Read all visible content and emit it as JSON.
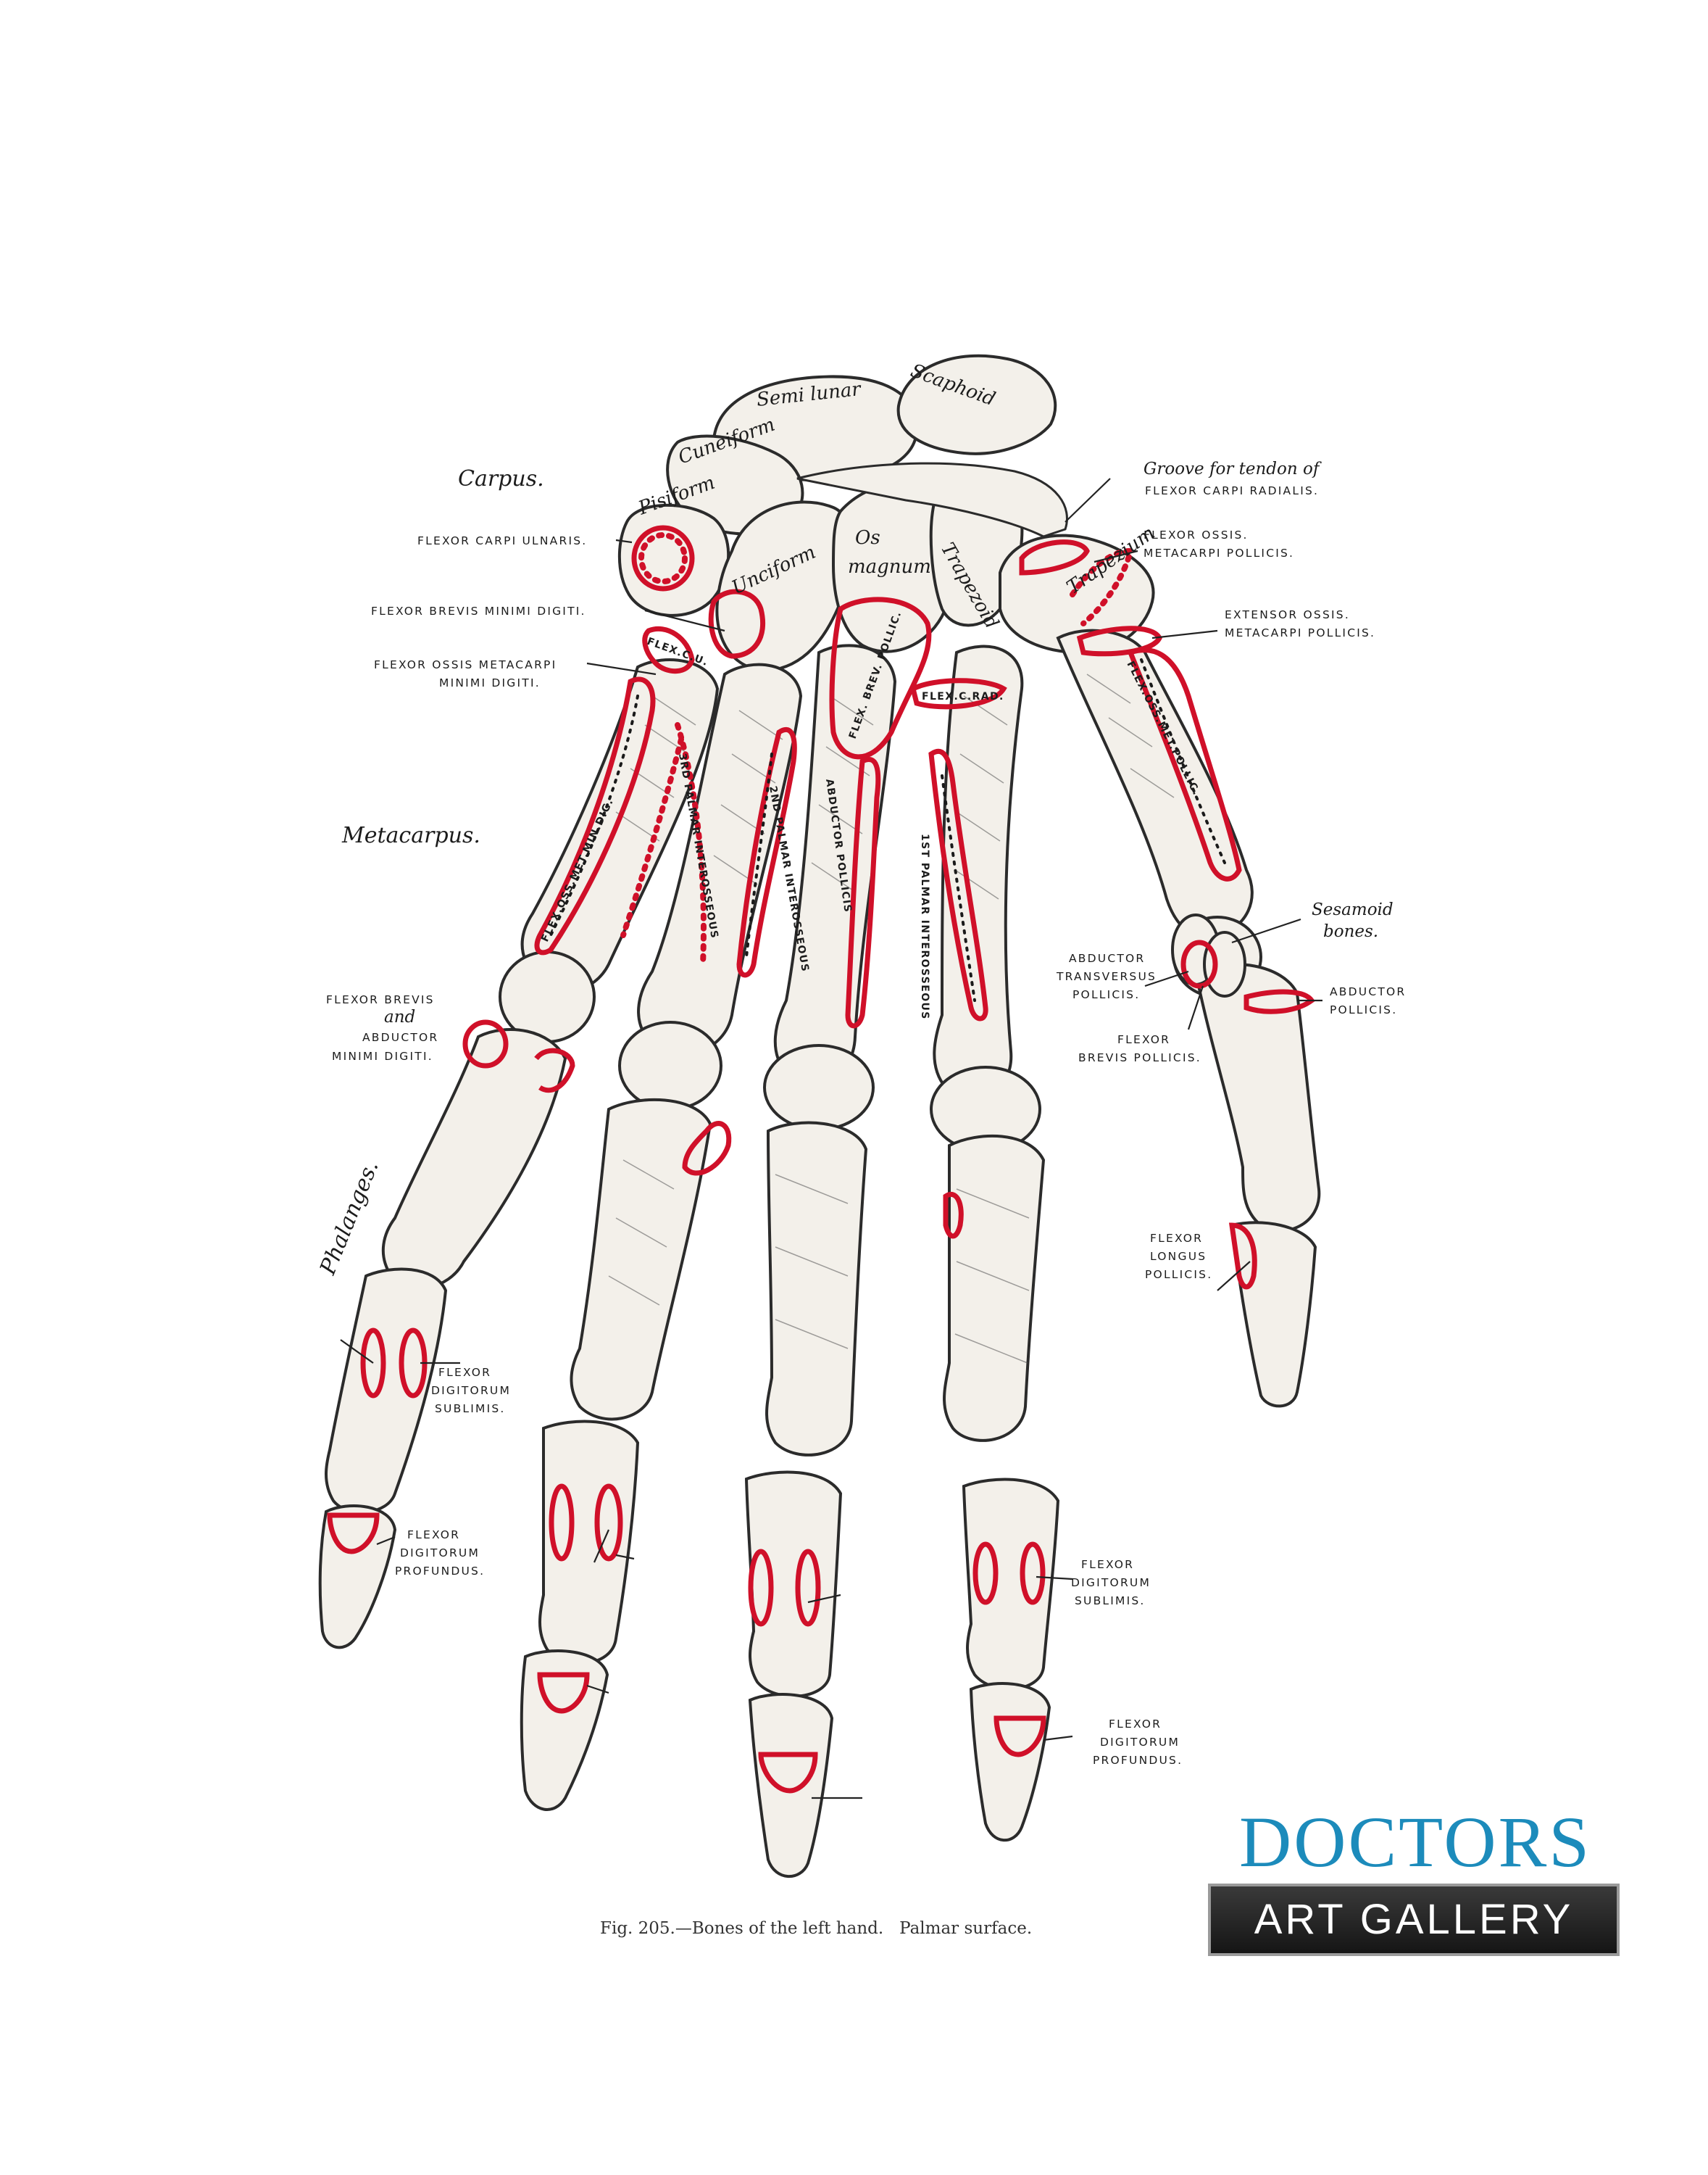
{
  "figure": {
    "caption": "Fig. 205.—Bones of the left hand.   Palmar surface.",
    "regions": {
      "carpus": "Carpus.",
      "metacarpus": "Metacarpus.",
      "phalanges": "Phalanges."
    },
    "bones": {
      "semilunar": "Semi lunar",
      "scaphoid": "Scaphoid",
      "cuneiform": "Cuneiform",
      "pisiform": "Pisiform",
      "unciform": "Unciform",
      "os_magnum_1": "Os",
      "os_magnum_2": "magnum",
      "trapezoid": "Trapezoid",
      "trapezium": "Trapezium",
      "sesamoid_1": "Sesamoid",
      "sesamoid_2": "bones."
    },
    "labels": {
      "groove_1": "Groove for tendon of",
      "groove_2": "FLEXOR CARPI RADIALIS.",
      "fcu": "FLEXOR CARPI ULNARIS.",
      "fbmd": "FLEXOR BREVIS MINIMI DIGITI.",
      "fommd_1": "FLEXOR OSSIS METACARPI",
      "fommd_2": "MINIMI DIGITI.",
      "fomp_1": "FLEXOR OSSIS.",
      "fomp_2": "METACARPI POLLICIS.",
      "eomp_1": "EXTENSOR OSSIS.",
      "eomp_2": "METACARPI POLLICIS.",
      "fb_and_1": "FLEXOR BREVIS",
      "fb_and_2": "and",
      "fb_and_3": "ABDUCTOR",
      "fb_and_4": "MINIMI DIGITI.",
      "atp_1": "ABDUCTOR",
      "atp_2": "TRANSVERSUS",
      "atp_3": "POLLICIS.",
      "ap_1": "ABDUCTOR",
      "ap_2": "POLLICIS.",
      "fbp_1": "FLEXOR",
      "fbp_2": "BREVIS POLLICIS.",
      "flp_1": "FLEXOR",
      "flp_2": "LONGUS",
      "flp_3": "POLLICIS.",
      "fds_left_1": "FLEXOR",
      "fds_left_2": "DIGITORUM",
      "fds_left_3": "SUBLIMIS.",
      "fdp_left_1": "FLEXOR",
      "fdp_left_2": "DIGITORUM",
      "fdp_left_3": "PROFUNDUS.",
      "fds_right_1": "FLEXOR",
      "fds_right_2": "DIGITORUM",
      "fds_right_3": "SUBLIMIS.",
      "fdp_right_1": "FLEXOR",
      "fdp_right_2": "DIGITORUM",
      "fdp_right_3": "PROFUNDUS."
    },
    "inline_labels": {
      "palmar_3": "3RD PALMAR INTEROSSEOUS",
      "palmar_2": "2ND PALMAR INTEROSSEOUS",
      "palmar_1": "1ST PALMAR INTEROSSEOUS",
      "abductor_pollicis": "ABDUCTOR POLLICIS",
      "flex_brevis_pollicis": "FLEX. BREV. POLLIC.",
      "flex_c_rad": "FLEX.C.RAD.",
      "flex_oss_met_pollic": "FLEX.OSS.MET.POLLIC.",
      "flex_oss_met_min": "FLEX.OSS.MET.MIN.DIG.",
      "flex_c_u": "FLEX.C.U."
    }
  },
  "logo": {
    "top": "DOCTORS",
    "bottom": "ART GALLERY",
    "top_color": "#1c8bbb"
  },
  "colors": {
    "attachment": "#d01029",
    "bone_fill": "#f3f0ea",
    "ink": "#1c1c1c"
  }
}
